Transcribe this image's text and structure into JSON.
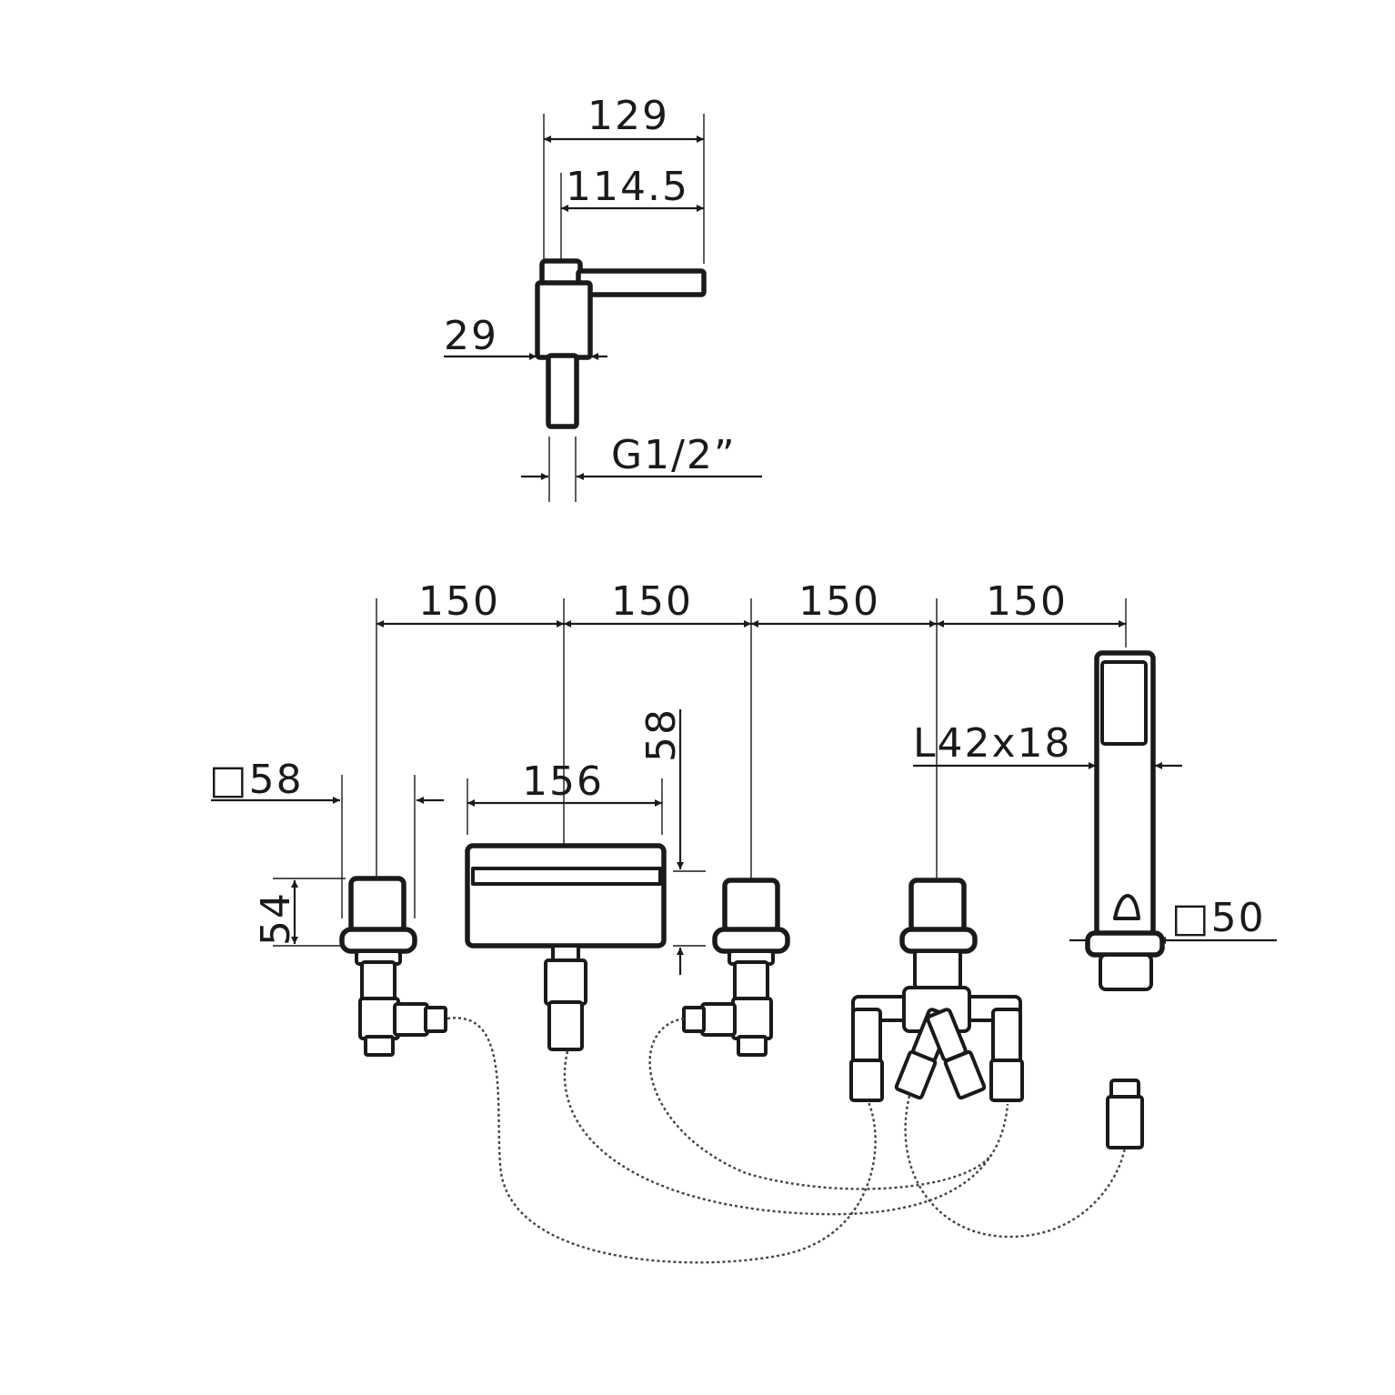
{
  "top_view": {
    "dim_overall_width": "129",
    "dim_lever_length": "114.5",
    "dim_body_width": "29",
    "dim_thread": "G1/2”"
  },
  "front_view": {
    "spacing": [
      "150",
      "150",
      "150",
      "150"
    ],
    "valve_square": "□58",
    "valve_height": "54",
    "spout_width": "156",
    "spout_height": "58",
    "handshower_profile": "L42x18",
    "handshower_base_square": "□50"
  }
}
